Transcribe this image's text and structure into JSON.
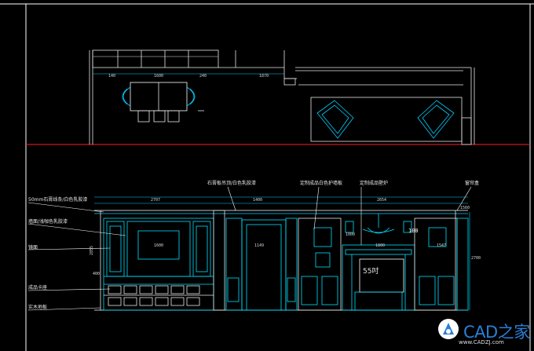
{
  "dims_plan": [
    "140",
    "1600",
    "240",
    "1870"
  ],
  "dims_elev": [
    "2707",
    "1400",
    "2654",
    "1600",
    "1149",
    "1547",
    "400",
    "2700",
    "2855",
    "1000",
    "1800",
    "100",
    "1560"
  ],
  "notes_left": [
    "50mm石膏线条/白色乳胶漆",
    "墙面/浅咖色乳胶漆",
    "镜面",
    "成品卡座",
    "实木地板"
  ],
  "notes_top": [
    "石膏板吊顶/白色乳胶漆",
    "定制成品白色护墙板",
    "定制成品壁炉",
    "窗帘盒"
  ],
  "tv_label": "55吋",
  "watermark": {
    "title": "CAD之家",
    "subtitle": "www.CADZJ.com"
  }
}
